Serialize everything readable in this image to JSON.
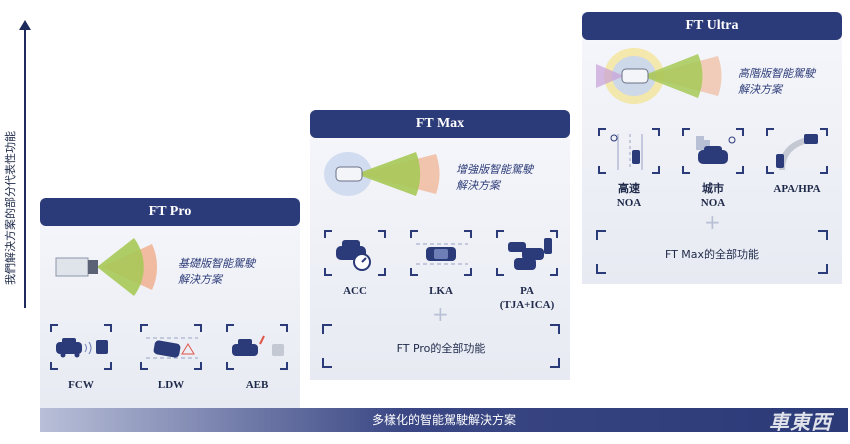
{
  "y_axis": {
    "label": "我們解決方案的部分代表性功能"
  },
  "tiers": [
    {
      "name": "FT Pro",
      "description": [
        "基礎版智能駕駛",
        "解決方案"
      ],
      "features": [
        "FCW",
        "LDW",
        "AEB"
      ]
    },
    {
      "name": "FT Max",
      "description": [
        "增強版智能駕駛",
        "解決方案"
      ],
      "features": [
        "ACC",
        "LKA",
        "PA",
        "(TJA+ICA)"
      ],
      "includes": "FT Pro的全部功能"
    },
    {
      "name": "FT Ultra",
      "description": [
        "高階版智能駕駛",
        "解決方案"
      ],
      "features": [
        "高速",
        "NOA",
        "城市",
        "NOA",
        "APA/HPA"
      ],
      "includes": "FT Max的全部功能"
    }
  ],
  "plus_sign": "+",
  "bottom_bar": "多樣化的智能駕駛解決方案",
  "watermark": "車東西",
  "colors": {
    "navy": "#2b3a78",
    "sensor_green": "#a7c957",
    "sensor_orange": "#f0a37a",
    "sensor_blue": "#c9d6ee"
  }
}
